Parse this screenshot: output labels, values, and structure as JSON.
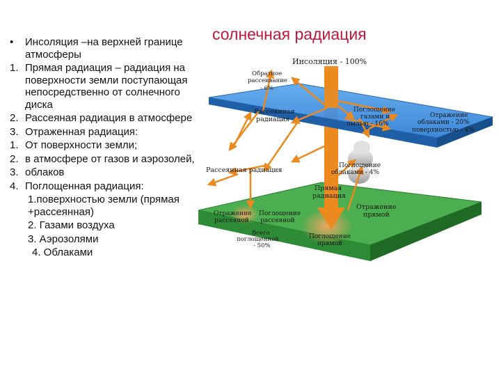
{
  "title": "солнечная радиация",
  "list": [
    {
      "marker": "•",
      "text": "Инсоляция –на верхней границе атмосферы"
    },
    {
      "marker": "1.",
      "text": "Прямая радиация – радиация на поверхности земли поступающая непосредственно от солнечного диска"
    },
    {
      "marker": "2.",
      "text": "Рассеяная радиация в атмосфере"
    },
    {
      "marker": "3.",
      "text": "Отраженная радиация:"
    },
    {
      "marker": "1.",
      "text": "От поверхности земли;"
    },
    {
      "marker": "2.",
      "text": "в атмосфере от газов и аэрозолей,"
    },
    {
      "marker": "3.",
      "text": "облаков"
    },
    {
      "marker": "4.",
      "text": "Поглощенная радиация:"
    },
    {
      "marker": "",
      "text": "1.поверхностью земли (прямая +рассеянная)"
    },
    {
      "marker": "",
      "text": "2. Газами воздуха"
    },
    {
      "marker": "",
      "text": "3. Аэрозолями"
    },
    {
      "marker": "",
      "text": "4. Облаками"
    }
  ],
  "diagram": {
    "insolation": "Инсоляция - 100%",
    "backscatter": [
      "Обратное",
      "рассеивание",
      "- 6%"
    ],
    "scattered_top": [
      "Рассеянная",
      "радиация"
    ],
    "absorption_gases": [
      "Поглощение",
      "газами и",
      "пылью - 16%"
    ],
    "cloud_reflection": [
      "Отражение",
      "облаками - 20%"
    ],
    "surface_reflection": "поверхностью - 4%",
    "scattered_mid": "Рассеянная радиация",
    "cloud_absorption": [
      "Поглощение",
      "облаками - 4%"
    ],
    "direct": [
      "Прямая",
      "радиация"
    ],
    "direct_reflection": [
      "Отражение",
      "прямой"
    ],
    "scattered_reflection": [
      "Отражение",
      "рассеяной"
    ],
    "scattered_absorption": [
      "Поглощение",
      "рассеяной"
    ],
    "total_absorbed": [
      "Всего",
      "поглощенной",
      "- 50%"
    ],
    "direct_absorption": [
      "Поглощение",
      "прямой"
    ]
  },
  "colors": {
    "title": "#c0173b",
    "atmosphere": "#3d8fe0",
    "ground": "#4bae4f",
    "arrow": "#ec8a1f"
  }
}
